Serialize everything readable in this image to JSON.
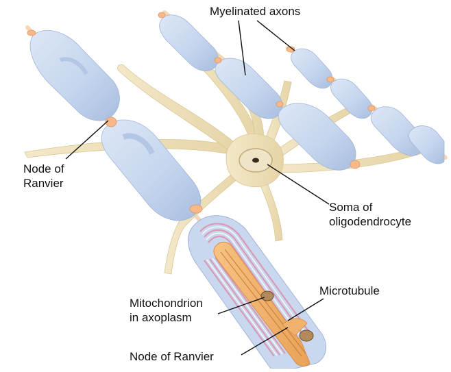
{
  "labels": {
    "myelinated_axons": "Myelinated axons",
    "node_of_ranvier_left": [
      "Node of",
      "Ranvier"
    ],
    "soma": [
      "Soma of",
      "oligodendrocyte"
    ],
    "microtubule": "Microtubule",
    "mitochondrion": [
      "Mitochondrion",
      "in axoplasm"
    ],
    "node_of_ranvier_bottom": "Node of Ranvier"
  },
  "colors": {
    "myelin": "#c9d8ee",
    "myelin_shadow": "#a9bfdf",
    "process": "#efe1bd",
    "node": "#f5b98a",
    "axoplasm": "#f2b26f",
    "lamella": "#d89ab7"
  }
}
